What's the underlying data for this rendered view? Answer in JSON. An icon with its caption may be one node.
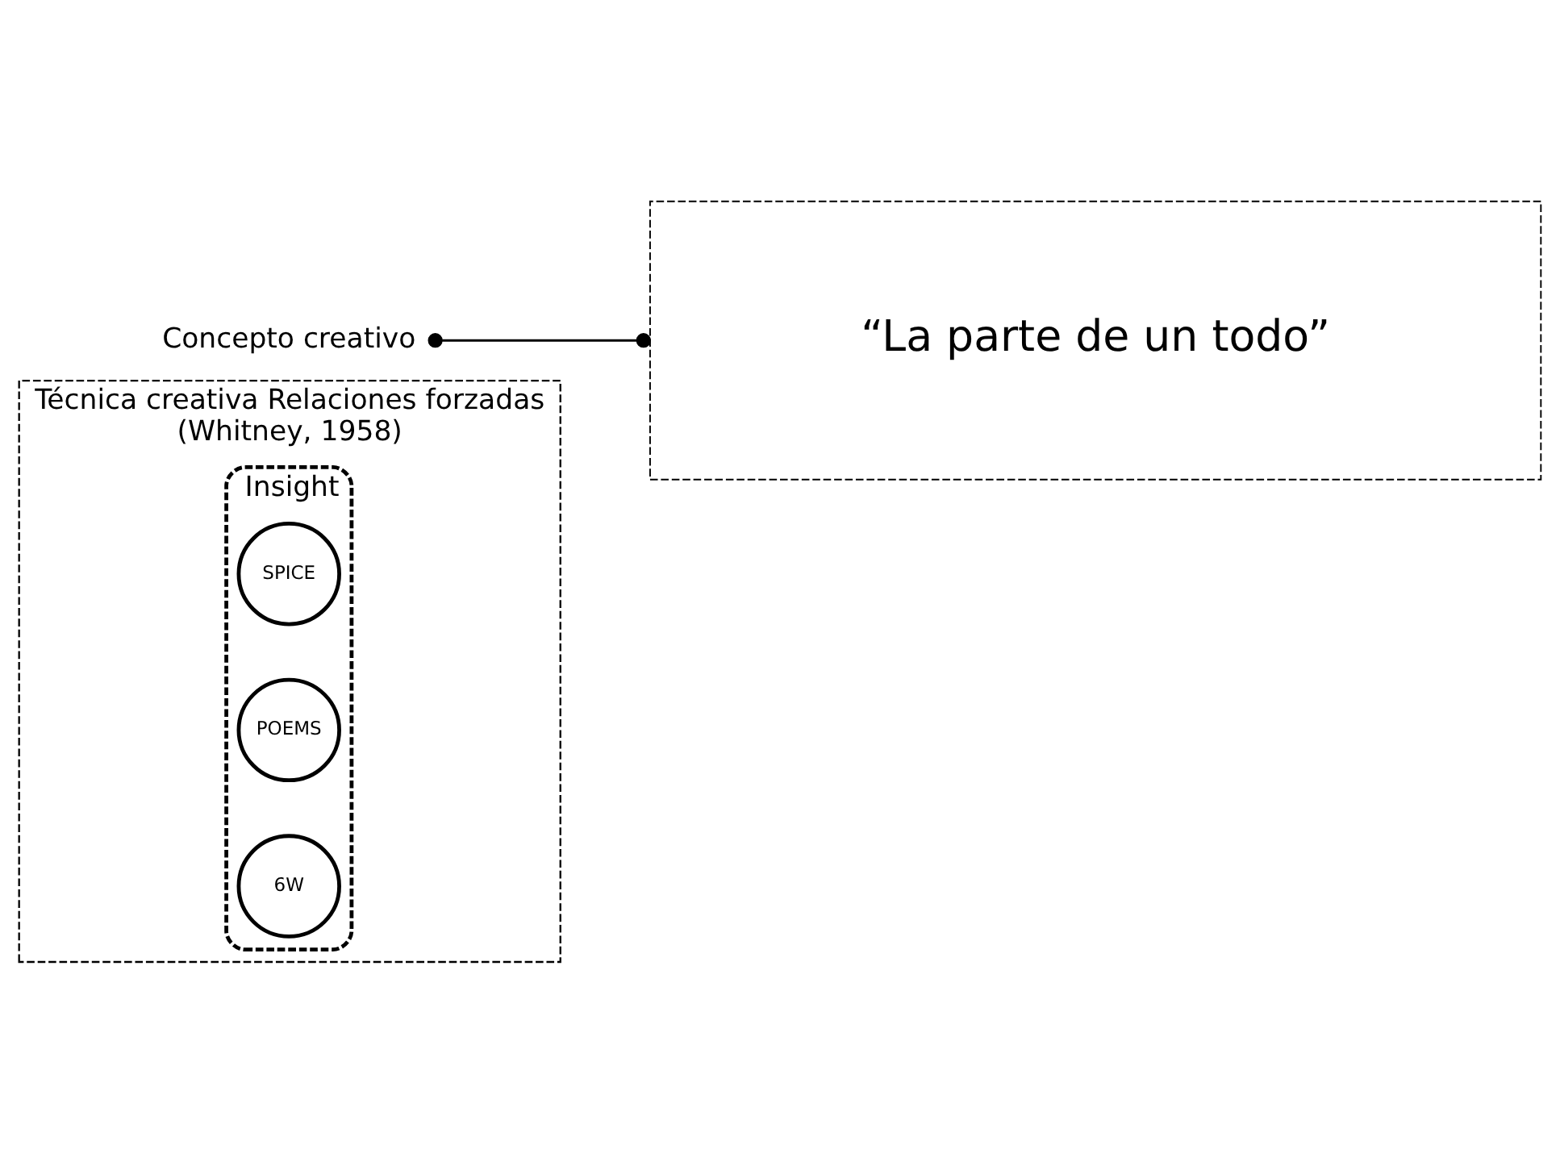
{
  "diagram": {
    "nodes": [
      {
        "text": [
          "Técnica creativa Relaciones forzadas",
          "(Whitney, 1958)"
        ]
      },
      {
        "text": [
          "Insight"
        ],
        "in": 0
      },
      {
        "text": [
          "SPICE"
        ],
        "in": 1
      },
      {
        "text": [
          "POEMS"
        ],
        "in": 1
      },
      {
        "text": [
          "6W"
        ],
        "in": 1
      },
      {
        "text": [
          "Concepto creativo"
        ]
      },
      {
        "text": [
          "“La parte de un todo”"
        ]
      }
    ],
    "edges": [
      {
        "from": 5,
        "to": 6,
        "arrow": "other"
      }
    ]
  }
}
